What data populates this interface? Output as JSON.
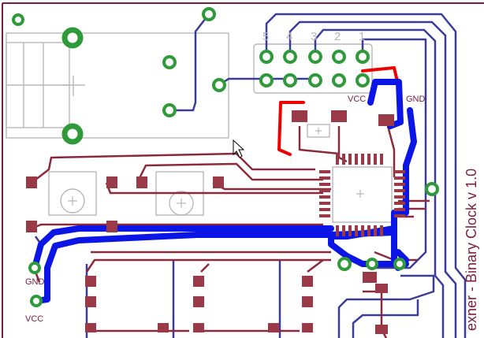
{
  "board": {
    "title": "exner - Binary Clock v 1.0",
    "header_pins": [
      "5",
      "4",
      "3",
      "2",
      "1"
    ],
    "labels": {
      "vcc_top": "VCC",
      "gnd_top": "GND",
      "gnd_left": "GND",
      "vcc_left": "VCC"
    }
  },
  "colors": {
    "background": "#ffffff",
    "outline": "#7a1e3a",
    "bottom_trace": "#3b3b9a",
    "top_trace": "#8a2a3a",
    "heavy_trace": "#0b16e6",
    "jumper": "#ee0000",
    "pad": "#2f9a3a",
    "smd_pad": "#9a3a48",
    "silkscreen": "#b8b8b8"
  }
}
